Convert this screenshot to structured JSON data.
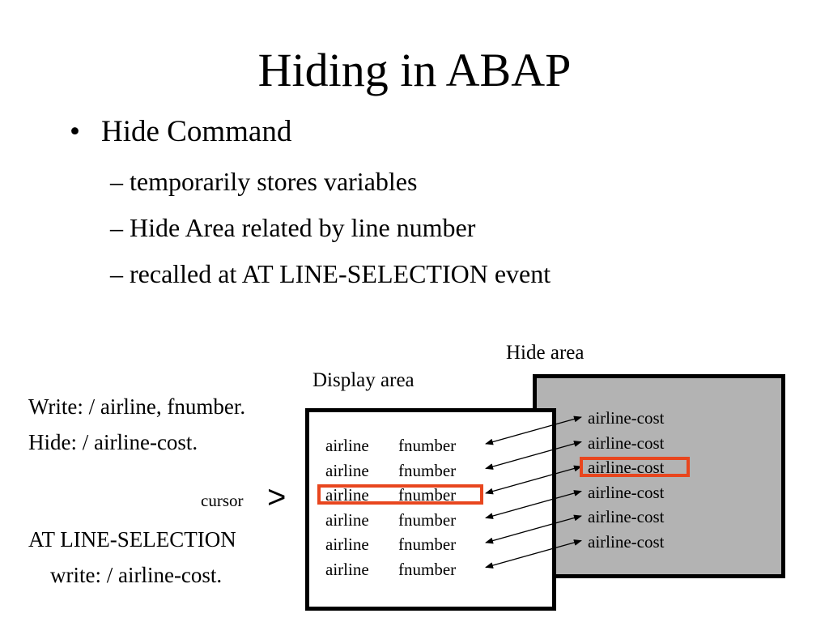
{
  "title": "Hiding in ABAP",
  "bullets": {
    "main": "Hide Command",
    "sub": [
      "– temporarily stores variables",
      "– Hide Area related by line number",
      "– recalled at AT LINE-SELECTION event"
    ]
  },
  "code_left": {
    "line1": "Write: / airline, fnumber.",
    "line2": "Hide: / airline-cost.",
    "cursor_label": "cursor",
    "cursor_symbol": ">",
    "at_line1": "AT LINE-SELECTION",
    "at_line2": "write: / airline-cost."
  },
  "hide_area": {
    "label": "Hide area",
    "rows": [
      "airline-cost",
      "airline-cost",
      "airline-cost",
      "airline-cost",
      "airline-cost",
      "airline-cost"
    ],
    "highlighted_index": 2
  },
  "display_area": {
    "label": "Display area",
    "rows": [
      {
        "col1": "airline",
        "col2": "fnumber"
      },
      {
        "col1": "airline",
        "col2": "fnumber"
      },
      {
        "col1": "airline",
        "col2": "fnumber"
      },
      {
        "col1": "airline",
        "col2": "fnumber"
      },
      {
        "col1": "airline",
        "col2": "fnumber"
      },
      {
        "col1": "airline",
        "col2": "fnumber"
      }
    ],
    "highlighted_index": 2
  },
  "colors": {
    "highlight": "#e8461e",
    "hide_fill": "#b3b3b3",
    "border": "#000000"
  }
}
